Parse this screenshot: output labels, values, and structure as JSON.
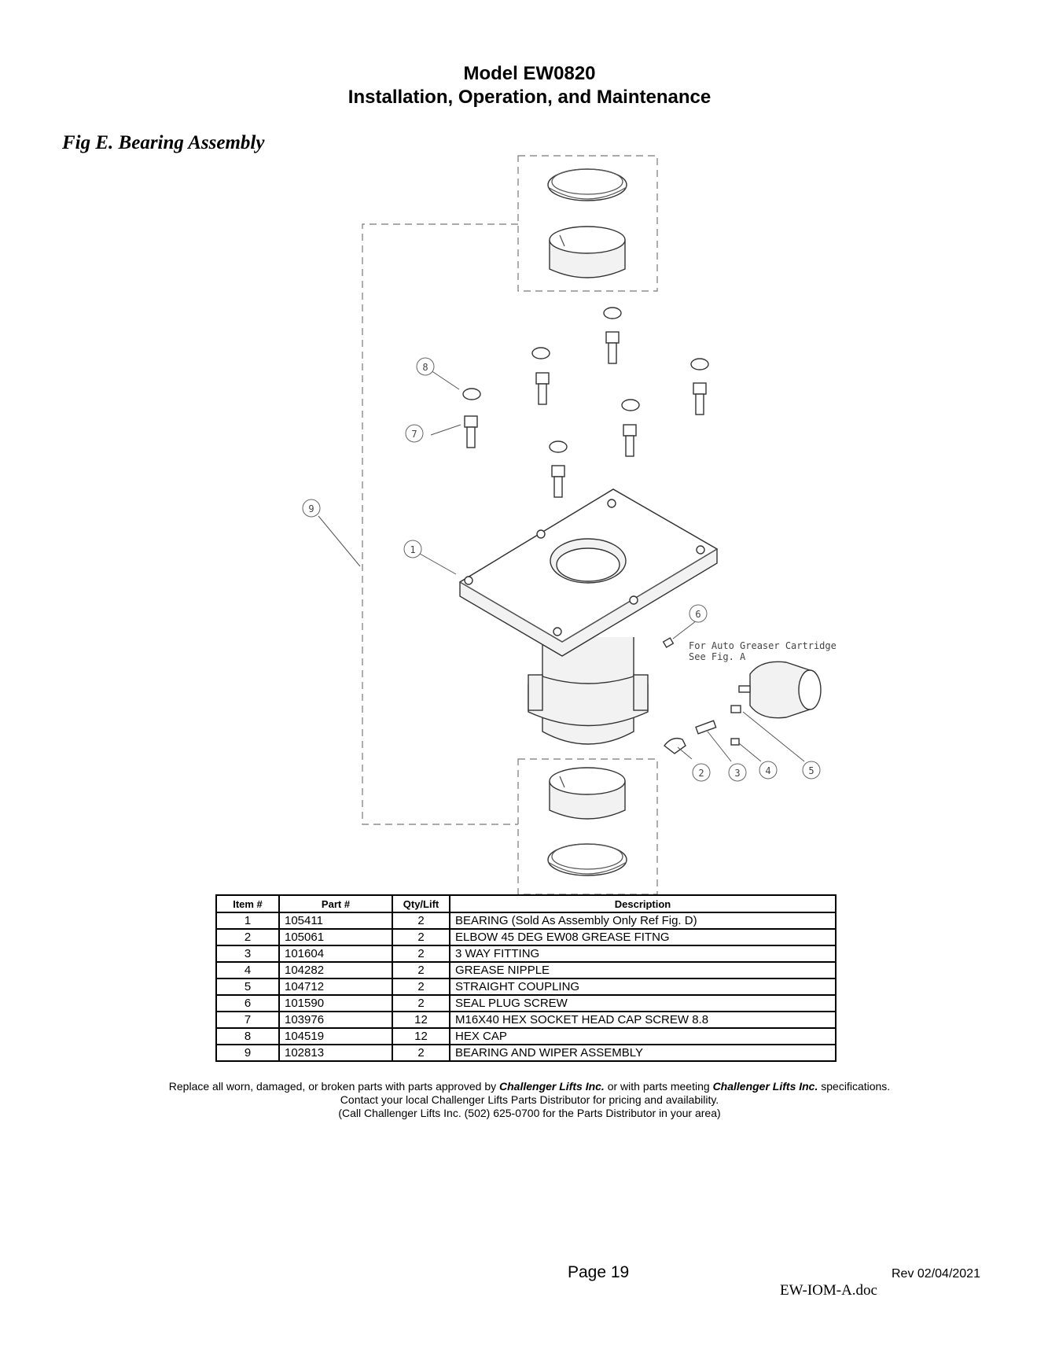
{
  "header": {
    "line1": "Model EW0820",
    "line2": "Installation, Operation, and Maintenance"
  },
  "figure": {
    "title": "Fig E. Bearing Assembly",
    "callouts": [
      "1",
      "2",
      "3",
      "4",
      "5",
      "6",
      "7",
      "8",
      "9"
    ],
    "note_line1": "For Auto Greaser Cartridge",
    "note_line2": "See Fig. A"
  },
  "table": {
    "headers": [
      "Item #",
      "Part #",
      "Qty/Lift",
      "Description"
    ],
    "rows": [
      [
        "1",
        "105411",
        "2",
        "BEARING (Sold As Assembly Only Ref Fig. D)"
      ],
      [
        "2",
        "105061",
        "2",
        "ELBOW 45 DEG EW08 GREASE FITNG"
      ],
      [
        "3",
        "101604",
        "2",
        "3 WAY FITTING"
      ],
      [
        "4",
        "104282",
        "2",
        "GREASE NIPPLE"
      ],
      [
        "5",
        "104712",
        "2",
        "STRAIGHT COUPLING"
      ],
      [
        "6",
        "101590",
        "2",
        "SEAL PLUG SCREW"
      ],
      [
        "7",
        "103976",
        "12",
        "M16X40 HEX SOCKET HEAD CAP SCREW 8.8"
      ],
      [
        "8",
        "104519",
        "12",
        "HEX CAP"
      ],
      [
        "9",
        "102813",
        "2",
        "BEARING AND WIPER ASSEMBLY"
      ]
    ]
  },
  "footer": {
    "l1_a": "Replace all worn, damaged, or broken parts with parts approved by ",
    "l1_b": "Challenger Lifts Inc.",
    "l1_c": " or with parts meeting ",
    "l1_d": "Challenger Lifts Inc.",
    "l1_e": " specifications.",
    "line2": "Contact your local Challenger Lifts Parts Distributor for pricing and availability.",
    "line3": "(Call Challenger Lifts Inc. (502) 625-0700 for the Parts Distributor in your area)"
  },
  "page": {
    "number": "Page 19",
    "revision": "Rev 02/04/2021",
    "doc_name": "EW-IOM-A.doc"
  }
}
